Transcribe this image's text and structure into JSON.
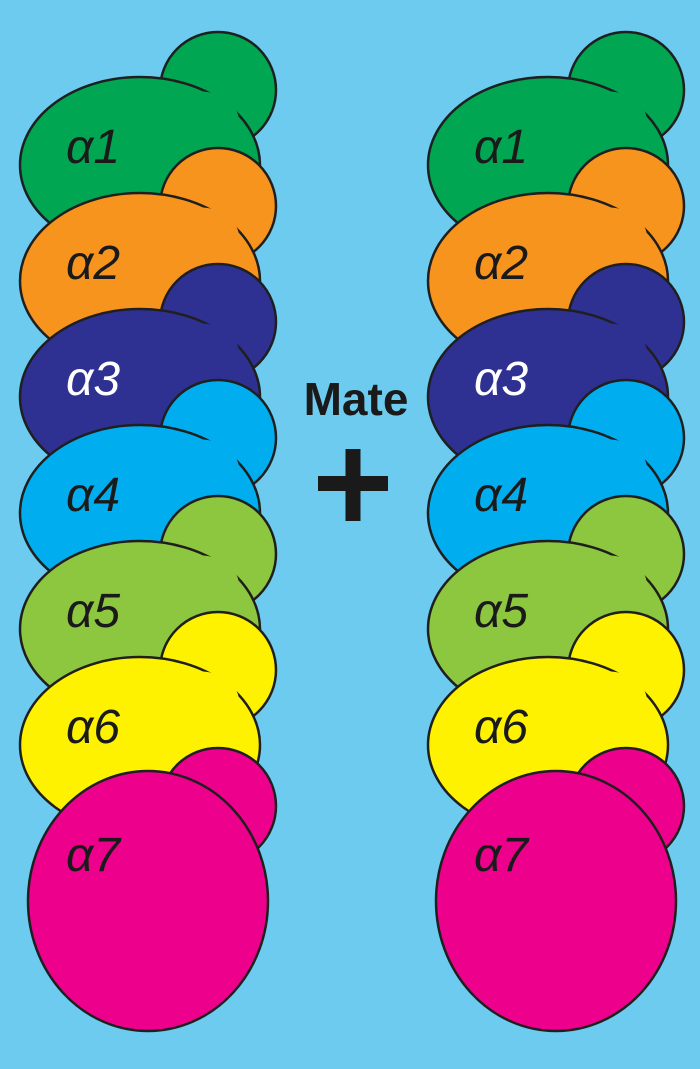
{
  "center": {
    "mate_label": "Mate",
    "plus_symbol": "+"
  },
  "colors": {
    "background": "#6dcbef",
    "outline": "#1f1f1f",
    "text_dark": "#1a1a1a",
    "text_light": "#ffffff"
  },
  "columns": [
    {
      "name": "left-stack",
      "cells": [
        {
          "label": "α1",
          "color": "#00a651"
        },
        {
          "label": "α2",
          "color": "#f7941d"
        },
        {
          "label": "α3",
          "color": "#2e3192"
        },
        {
          "label": "α4",
          "color": "#00aeef"
        },
        {
          "label": "α5",
          "color": "#8dc63f"
        },
        {
          "label": "α6",
          "color": "#fff200"
        },
        {
          "label": "α7",
          "color": "#ec008c"
        }
      ]
    },
    {
      "name": "right-stack",
      "cells": [
        {
          "label": "α1",
          "color": "#00a651"
        },
        {
          "label": "α2",
          "color": "#f7941d"
        },
        {
          "label": "α3",
          "color": "#2e3192"
        },
        {
          "label": "α4",
          "color": "#00aeef"
        },
        {
          "label": "α5",
          "color": "#8dc63f"
        },
        {
          "label": "α6",
          "color": "#fff200"
        },
        {
          "label": "α7",
          "color": "#ec008c"
        }
      ]
    }
  ]
}
